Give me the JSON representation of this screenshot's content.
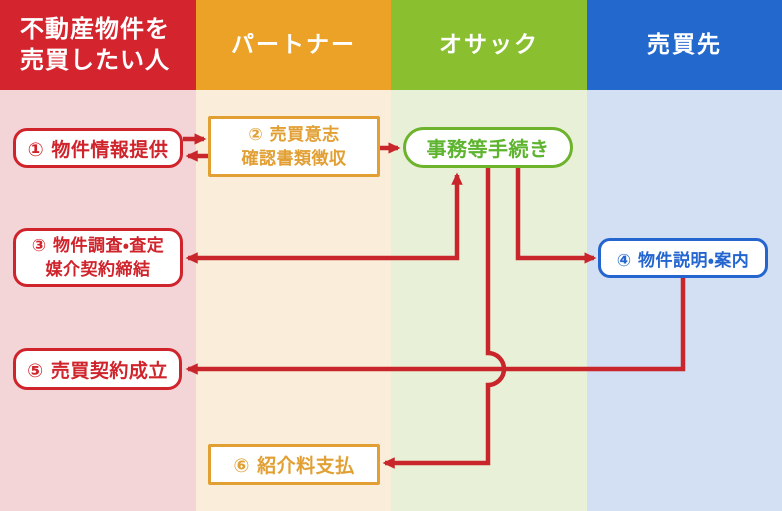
{
  "colors": {
    "client_header": "#d4242e",
    "client_body": "#f3d4d7",
    "partner_header": "#eba227",
    "partner_body": "#faeeda",
    "osac_header": "#8abf2f",
    "osac_body": "#e8f1d8",
    "buyer_header": "#2368cd",
    "buyer_body": "#d3dff2",
    "red_accent": "#d0242c",
    "orange_accent": "#e2a034",
    "green_accent": "#6db32c",
    "blue_accent": "#2465cf",
    "arrow": "#c8262b"
  },
  "columns": {
    "c1": {
      "line1": "不動産物件を",
      "line2": "売買したい人"
    },
    "c2": {
      "title": "パートナー"
    },
    "c3": {
      "title": "オサック"
    },
    "c4": {
      "title": "売買先"
    }
  },
  "boxes": {
    "b1": {
      "label": "① 物件情報提供"
    },
    "b2": {
      "line1": "② 売買意志",
      "line2": "確認書類徴収"
    },
    "office": {
      "label": "事務等手続き"
    },
    "b3": {
      "line1": "③ 物件調査・査定",
      "line2": "媒介契約締結"
    },
    "b4": {
      "label": "④ 物件説明・案内"
    },
    "b5": {
      "label": "⑤ 売買契約成立"
    },
    "b6": {
      "label": "⑥ 紹介料支払"
    }
  },
  "arrows": [
    {
      "from": "① 物件情報提供",
      "to": "② 売買意志確認書類徴収",
      "direction": "right"
    },
    {
      "from": "② 売買意志確認書類徴収",
      "to": "① 物件情報提供",
      "direction": "left"
    },
    {
      "from": "② 売買意志確認書類徴収",
      "to": "事務等手続き",
      "direction": "right"
    },
    {
      "from": "事務等手続き",
      "to": "③ 物件調査・査定 媒介契約締結",
      "direction": "bidirectional"
    },
    {
      "from": "事務等手続き",
      "to": "④ 物件説明・案内",
      "direction": "right"
    },
    {
      "from": "事務等手続き",
      "to": "⑥ 紹介料支払",
      "direction": "down-left",
      "note": "hops over crossing line"
    },
    {
      "from": "④ 物件説明・案内",
      "to": "⑤ 売買契約成立",
      "direction": "down-left"
    }
  ]
}
